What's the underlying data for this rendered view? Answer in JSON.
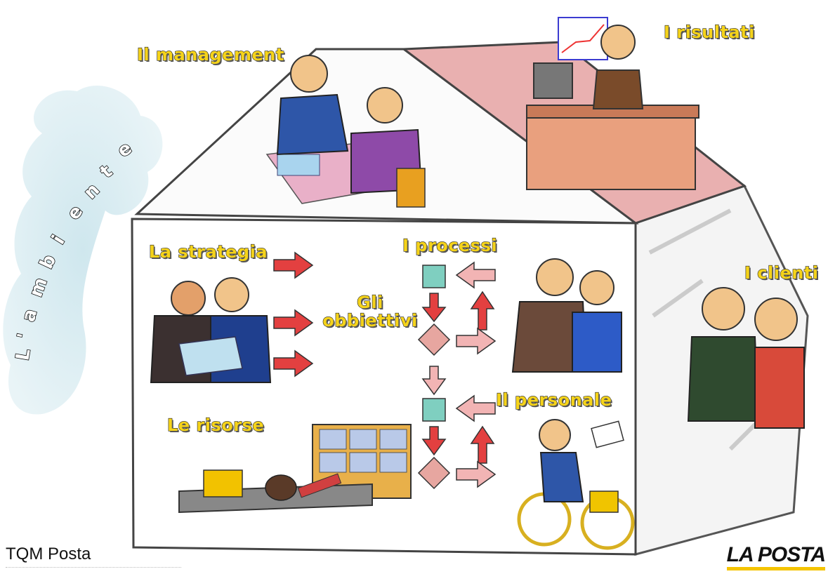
{
  "labels": {
    "management": "Il management",
    "risultati": "I risultati",
    "strategia": "La strategia",
    "processi": "I processi",
    "obbiettivi_line1": "Gli",
    "obbiettivi_line2": "obbiettivi",
    "clienti": "I clienti",
    "personale": "Il personale",
    "risorse": "Le risorse",
    "ambiente": "L'ambiente"
  },
  "footer": {
    "left_text": "TQM Posta",
    "logo": "LA POSTA"
  },
  "colors": {
    "label_fill": "#f5d31a",
    "roof": "#e9b0b0",
    "arrow_red": "#e34040",
    "arrow_pink": "#f2b4b4",
    "square": "#7fcfc0",
    "diamond": "#e7a6a0",
    "cloud": "#cfe7ee",
    "logo_bar": "#f5c400"
  }
}
